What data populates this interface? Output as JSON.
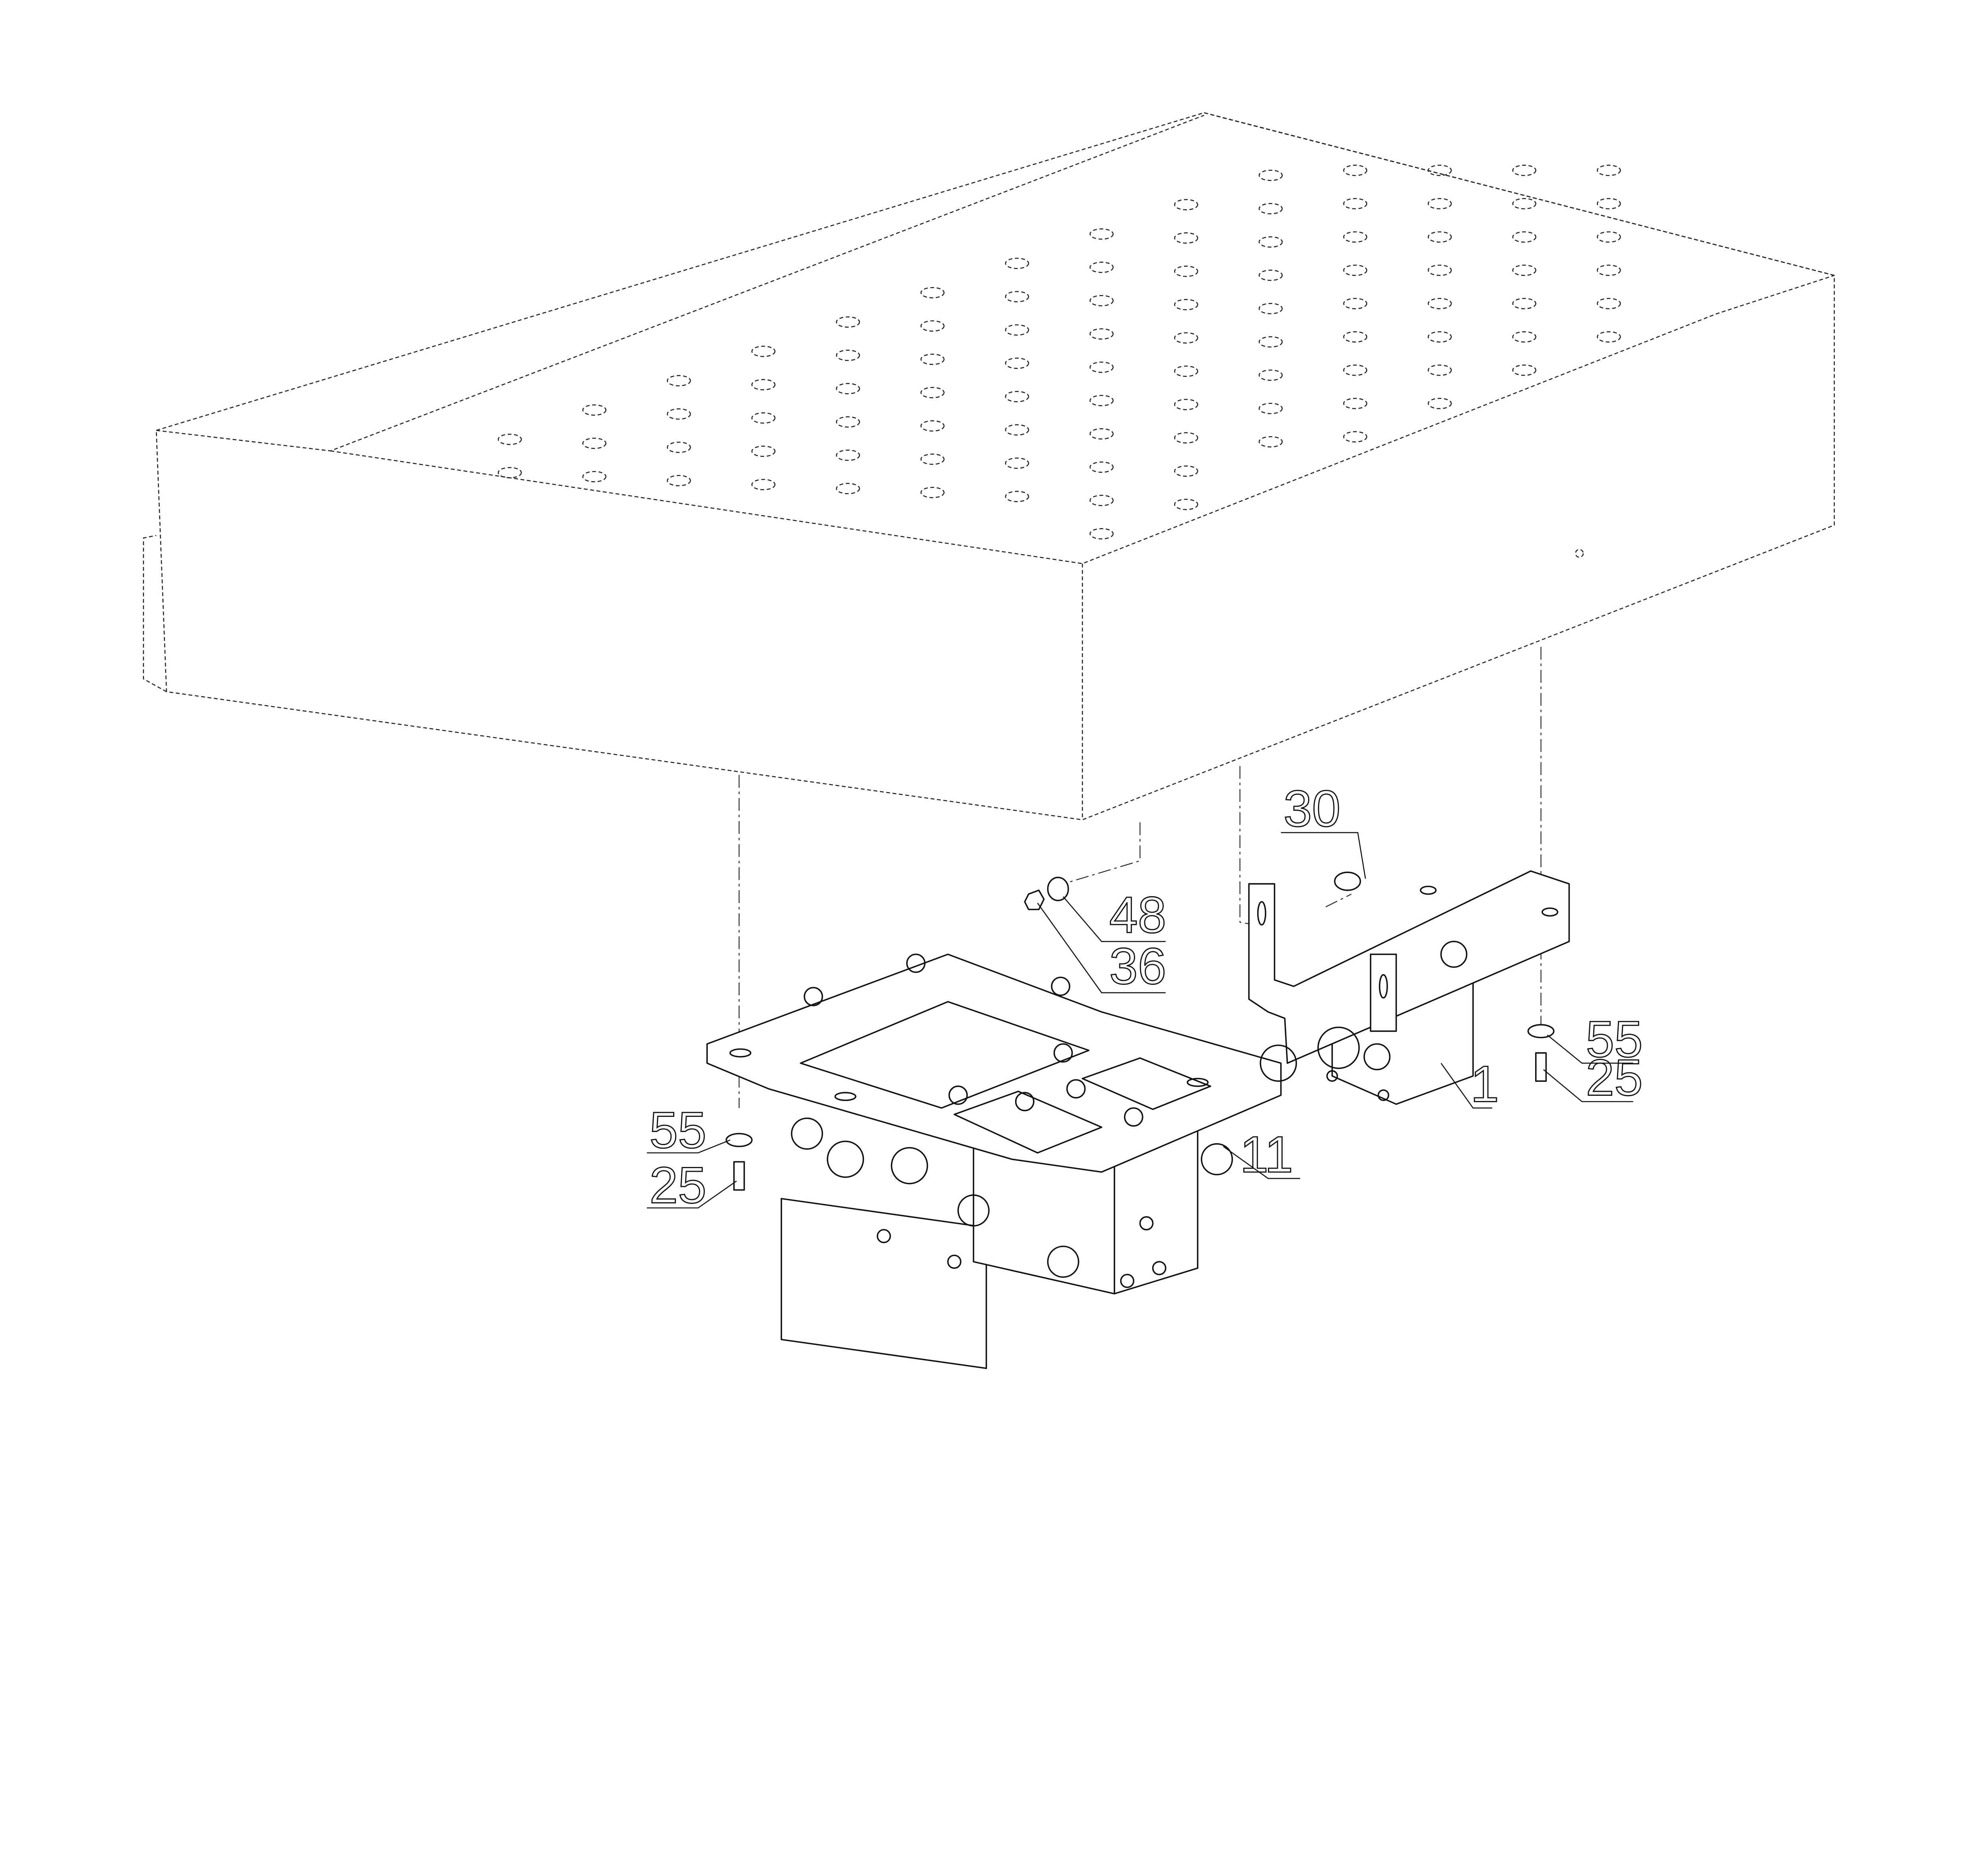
{
  "drawing": {
    "type": "exploded-assembly-view",
    "callouts": [
      {
        "id": "part-30",
        "label": "30"
      },
      {
        "id": "part-48",
        "label": "48"
      },
      {
        "id": "part-36",
        "label": "36"
      },
      {
        "id": "part-55-right",
        "label": "55"
      },
      {
        "id": "part-25-right",
        "label": "25"
      },
      {
        "id": "part-1",
        "label": "1"
      },
      {
        "id": "part-11",
        "label": "11"
      },
      {
        "id": "part-55-left",
        "label": "55"
      },
      {
        "id": "part-25-left",
        "label": "25"
      }
    ],
    "colors": {
      "line": "#111111",
      "background": "#ffffff"
    }
  }
}
